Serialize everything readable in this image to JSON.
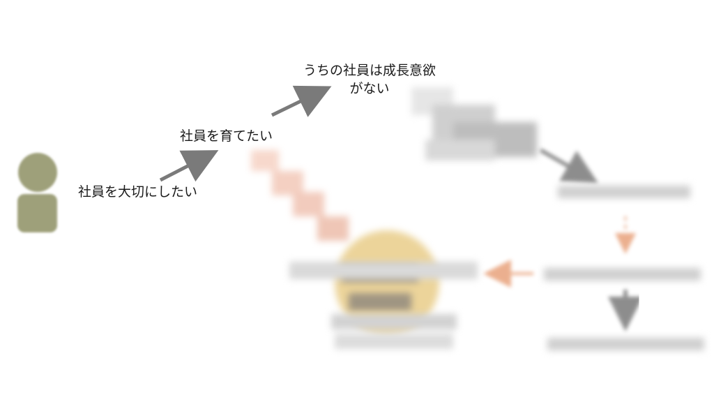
{
  "colors": {
    "person": "#9ea07a",
    "arrow": "#7a7a7a",
    "accent_arrow": "#e8a27c",
    "highlight_circle": "#ecd49a"
  },
  "nodes": {
    "start": "社員を大切にしたい",
    "middle": "社員を育てたい",
    "top_line1": "うちの社員は成長意欲",
    "top_line2": "がない"
  },
  "icons": {
    "person": "person-icon"
  }
}
